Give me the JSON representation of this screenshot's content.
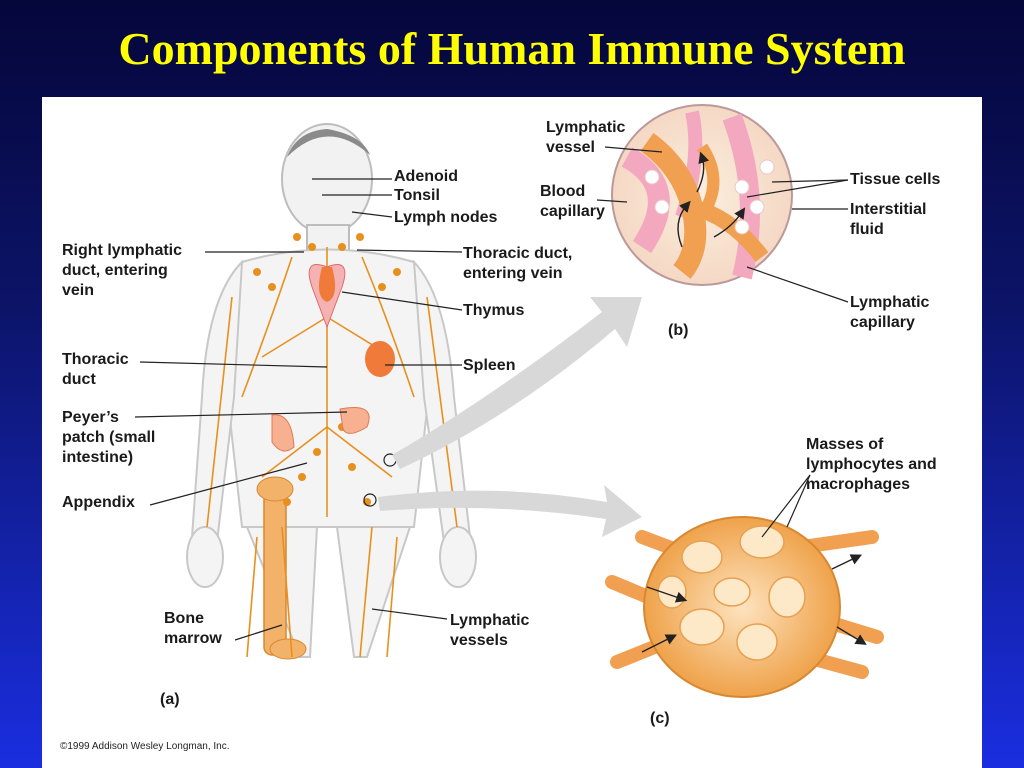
{
  "slide": {
    "title": "Components of Human Immune System"
  },
  "panel_a": {
    "marker": "(a)",
    "labels": {
      "adenoid": "Adenoid",
      "tonsil": "Tonsil",
      "lymph_nodes": "Lymph nodes",
      "right_lymphatic_duct": "Right lymphatic\nduct, entering\nvein",
      "thoracic_duct_vein": "Thoracic duct,\nentering vein",
      "thymus": "Thymus",
      "thoracic_duct": "Thoracic\nduct",
      "spleen": "Spleen",
      "peyers_patch": "Peyer’s\npatch (small\nintestine)",
      "appendix": "Appendix",
      "bone_marrow": "Bone\nmarrow",
      "lymphatic_vessels": "Lymphatic\nvessels"
    }
  },
  "panel_b": {
    "marker": "(b)",
    "labels": {
      "lymphatic_vessel": "Lymphatic\nvessel",
      "blood_capillary": "Blood\ncapillary",
      "tissue_cells": "Tissue cells",
      "interstitial_fluid": "Interstitial\nfluid",
      "lymphatic_capillary": "Lymphatic\ncapillary"
    }
  },
  "panel_c": {
    "marker": "(c)",
    "labels": {
      "masses": "Masses of\nlymphocytes and\nmacrophages"
    }
  },
  "copyright": "©1999 Addison Wesley Longman, Inc.",
  "colors": {
    "title": "#ffff00",
    "lymph": "#e8901e",
    "organ": "#f07a3a",
    "body_outline": "#c8c8c8",
    "capillary_pink": "#f3a8c0",
    "node_fill": "#f8c890"
  }
}
